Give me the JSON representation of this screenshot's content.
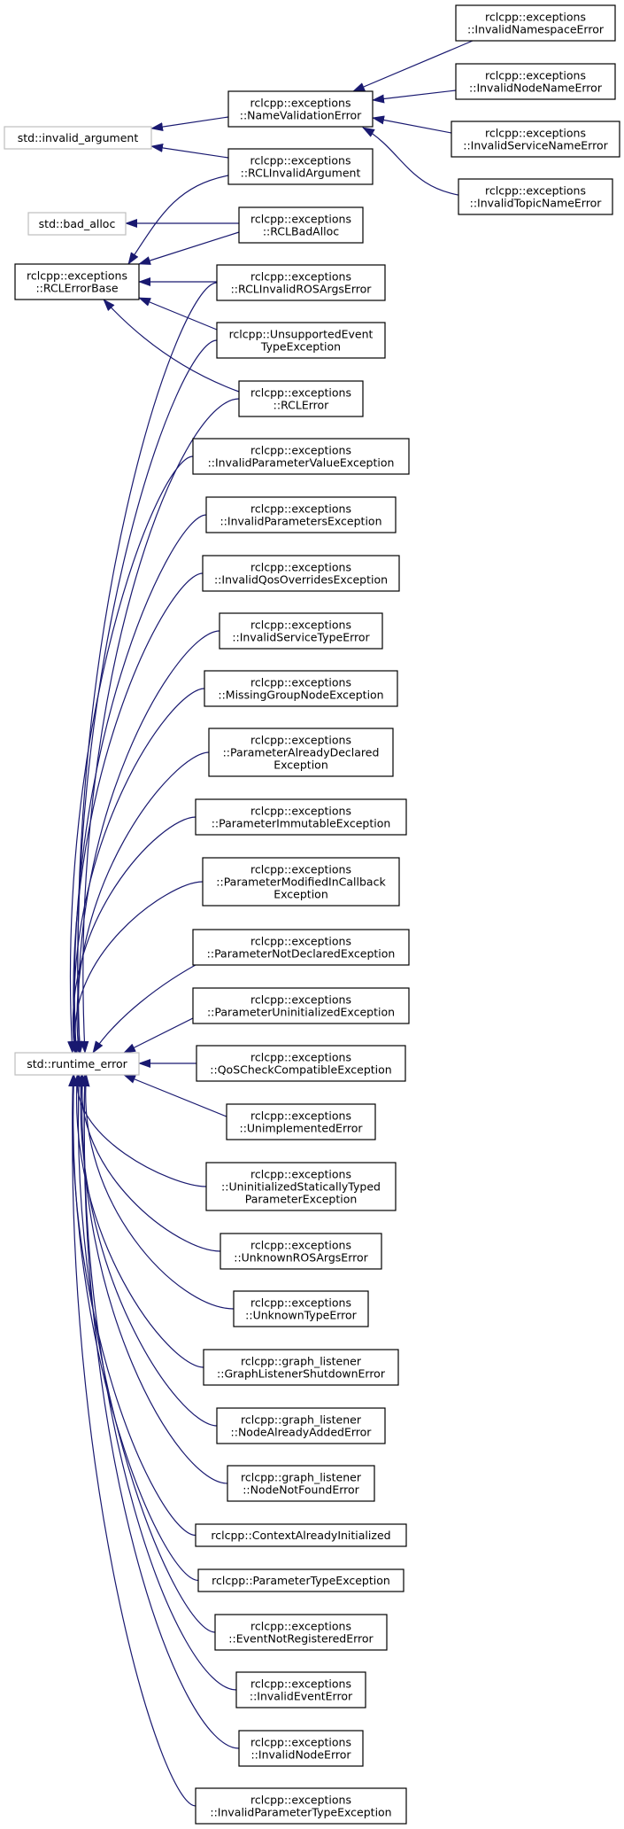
{
  "colors": {
    "edge": "#191970",
    "internal_border": "#000000",
    "external_border": "#bfbfbf",
    "background": "#ffffff"
  },
  "nodes": [
    {
      "id": "invalid_argument",
      "lines": [
        "std::invalid_argument"
      ],
      "external": true
    },
    {
      "id": "bad_alloc",
      "lines": [
        "std::bad_alloc"
      ],
      "external": true
    },
    {
      "id": "rcl_error_base",
      "lines": [
        "rclcpp::exceptions",
        "::RCLErrorBase"
      ],
      "external": false
    },
    {
      "id": "runtime_error",
      "lines": [
        "std::runtime_error"
      ],
      "external": true
    },
    {
      "id": "name_validation_error",
      "lines": [
        "rclcpp::exceptions",
        "::NameValidationError"
      ],
      "external": false
    },
    {
      "id": "invalid_namespace_error",
      "lines": [
        "rclcpp::exceptions",
        "::InvalidNamespaceError"
      ],
      "external": false
    },
    {
      "id": "invalid_node_name_error",
      "lines": [
        "rclcpp::exceptions",
        "::InvalidNodeNameError"
      ],
      "external": false
    },
    {
      "id": "invalid_service_name_error",
      "lines": [
        "rclcpp::exceptions",
        "::InvalidServiceNameError"
      ],
      "external": false
    },
    {
      "id": "invalid_topic_name_error",
      "lines": [
        "rclcpp::exceptions",
        "::InvalidTopicNameError"
      ],
      "external": false
    },
    {
      "id": "rcl_invalid_argument",
      "lines": [
        "rclcpp::exceptions",
        "::RCLInvalidArgument"
      ],
      "external": false
    },
    {
      "id": "rcl_bad_alloc",
      "lines": [
        "rclcpp::exceptions",
        "::RCLBadAlloc"
      ],
      "external": false
    },
    {
      "id": "rcl_invalid_ros_args_error",
      "lines": [
        "rclcpp::exceptions",
        "::RCLInvalidROSArgsError"
      ],
      "external": false
    },
    {
      "id": "unsupported_event_type_exception",
      "lines": [
        "rclcpp::UnsupportedEvent",
        "TypeException"
      ],
      "external": false
    },
    {
      "id": "rcl_error",
      "lines": [
        "rclcpp::exceptions",
        "::RCLError"
      ],
      "external": false
    },
    {
      "id": "invalid_parameter_value_exception",
      "lines": [
        "rclcpp::exceptions",
        "::InvalidParameterValueException"
      ],
      "external": false
    },
    {
      "id": "invalid_parameters_exception",
      "lines": [
        "rclcpp::exceptions",
        "::InvalidParametersException"
      ],
      "external": false
    },
    {
      "id": "invalid_qos_overrides_exception",
      "lines": [
        "rclcpp::exceptions",
        "::InvalidQosOverridesException"
      ],
      "external": false
    },
    {
      "id": "invalid_service_type_error",
      "lines": [
        "rclcpp::exceptions",
        "::InvalidServiceTypeError"
      ],
      "external": false
    },
    {
      "id": "missing_group_node_exception",
      "lines": [
        "rclcpp::exceptions",
        "::MissingGroupNodeException"
      ],
      "external": false
    },
    {
      "id": "parameter_already_declared_exception",
      "lines": [
        "rclcpp::exceptions",
        "::ParameterAlreadyDeclared",
        "Exception"
      ],
      "external": false
    },
    {
      "id": "parameter_immutable_exception",
      "lines": [
        "rclcpp::exceptions",
        "::ParameterImmutableException"
      ],
      "external": false
    },
    {
      "id": "parameter_modified_in_callback_exception",
      "lines": [
        "rclcpp::exceptions",
        "::ParameterModifiedInCallback",
        "Exception"
      ],
      "external": false
    },
    {
      "id": "parameter_not_declared_exception",
      "lines": [
        "rclcpp::exceptions",
        "::ParameterNotDeclaredException"
      ],
      "external": false
    },
    {
      "id": "parameter_uninitialized_exception",
      "lines": [
        "rclcpp::exceptions",
        "::ParameterUninitializedException"
      ],
      "external": false
    },
    {
      "id": "qos_check_compatible_exception",
      "lines": [
        "rclcpp::exceptions",
        "::QoSCheckCompatibleException"
      ],
      "external": false
    },
    {
      "id": "unimplemented_error",
      "lines": [
        "rclcpp::exceptions",
        "::UnimplementedError"
      ],
      "external": false
    },
    {
      "id": "uninitialized_statically_typed_parameter_exception",
      "lines": [
        "rclcpp::exceptions",
        "::UninitializedStaticallyTyped",
        "ParameterException"
      ],
      "external": false
    },
    {
      "id": "unknown_ros_args_error",
      "lines": [
        "rclcpp::exceptions",
        "::UnknownROSArgsError"
      ],
      "external": false
    },
    {
      "id": "unknown_type_error",
      "lines": [
        "rclcpp::exceptions",
        "::UnknownTypeError"
      ],
      "external": false
    },
    {
      "id": "graph_listener_shutdown_error",
      "lines": [
        "rclcpp::graph_listener",
        "::GraphListenerShutdownError"
      ],
      "external": false
    },
    {
      "id": "node_already_added_error",
      "lines": [
        "rclcpp::graph_listener",
        "::NodeAlreadyAddedError"
      ],
      "external": false
    },
    {
      "id": "node_not_found_error",
      "lines": [
        "rclcpp::graph_listener",
        "::NodeNotFoundError"
      ],
      "external": false
    },
    {
      "id": "context_already_initialized",
      "lines": [
        "rclcpp::ContextAlreadyInitialized"
      ],
      "external": false
    },
    {
      "id": "parameter_type_exception",
      "lines": [
        "rclcpp::ParameterTypeException"
      ],
      "external": false
    },
    {
      "id": "event_not_registered_error",
      "lines": [
        "rclcpp::exceptions",
        "::EventNotRegisteredError"
      ],
      "external": false
    },
    {
      "id": "invalid_event_error",
      "lines": [
        "rclcpp::exceptions",
        "::InvalidEventError"
      ],
      "external": false
    },
    {
      "id": "invalid_node_error",
      "lines": [
        "rclcpp::exceptions",
        "::InvalidNodeError"
      ],
      "external": false
    },
    {
      "id": "invalid_parameter_type_exception",
      "lines": [
        "rclcpp::exceptions",
        "::InvalidParameterTypeException"
      ],
      "external": false
    }
  ],
  "edges": [
    {
      "from": "name_validation_error",
      "to": "invalid_argument"
    },
    {
      "from": "rcl_invalid_argument",
      "to": "invalid_argument"
    },
    {
      "from": "invalid_namespace_error",
      "to": "name_validation_error"
    },
    {
      "from": "invalid_node_name_error",
      "to": "name_validation_error"
    },
    {
      "from": "invalid_service_name_error",
      "to": "name_validation_error"
    },
    {
      "from": "invalid_topic_name_error",
      "to": "name_validation_error"
    },
    {
      "from": "rcl_bad_alloc",
      "to": "bad_alloc"
    },
    {
      "from": "rcl_invalid_argument",
      "to": "rcl_error_base"
    },
    {
      "from": "rcl_bad_alloc",
      "to": "rcl_error_base"
    },
    {
      "from": "rcl_invalid_ros_args_error",
      "to": "rcl_error_base"
    },
    {
      "from": "unsupported_event_type_exception",
      "to": "rcl_error_base"
    },
    {
      "from": "rcl_error",
      "to": "rcl_error_base"
    },
    {
      "from": "rcl_invalid_ros_args_error",
      "to": "runtime_error"
    },
    {
      "from": "unsupported_event_type_exception",
      "to": "runtime_error"
    },
    {
      "from": "rcl_error",
      "to": "runtime_error"
    },
    {
      "from": "invalid_parameter_value_exception",
      "to": "runtime_error"
    },
    {
      "from": "invalid_parameters_exception",
      "to": "runtime_error"
    },
    {
      "from": "invalid_qos_overrides_exception",
      "to": "runtime_error"
    },
    {
      "from": "invalid_service_type_error",
      "to": "runtime_error"
    },
    {
      "from": "missing_group_node_exception",
      "to": "runtime_error"
    },
    {
      "from": "parameter_already_declared_exception",
      "to": "runtime_error"
    },
    {
      "from": "parameter_immutable_exception",
      "to": "runtime_error"
    },
    {
      "from": "parameter_modified_in_callback_exception",
      "to": "runtime_error"
    },
    {
      "from": "parameter_not_declared_exception",
      "to": "runtime_error"
    },
    {
      "from": "parameter_uninitialized_exception",
      "to": "runtime_error"
    },
    {
      "from": "qos_check_compatible_exception",
      "to": "runtime_error"
    },
    {
      "from": "unimplemented_error",
      "to": "runtime_error"
    },
    {
      "from": "uninitialized_statically_typed_parameter_exception",
      "to": "runtime_error"
    },
    {
      "from": "unknown_ros_args_error",
      "to": "runtime_error"
    },
    {
      "from": "unknown_type_error",
      "to": "runtime_error"
    },
    {
      "from": "graph_listener_shutdown_error",
      "to": "runtime_error"
    },
    {
      "from": "node_already_added_error",
      "to": "runtime_error"
    },
    {
      "from": "node_not_found_error",
      "to": "runtime_error"
    },
    {
      "from": "context_already_initialized",
      "to": "runtime_error"
    },
    {
      "from": "parameter_type_exception",
      "to": "runtime_error"
    },
    {
      "from": "event_not_registered_error",
      "to": "runtime_error"
    },
    {
      "from": "invalid_event_error",
      "to": "runtime_error"
    },
    {
      "from": "invalid_node_error",
      "to": "runtime_error"
    },
    {
      "from": "invalid_parameter_type_exception",
      "to": "runtime_error"
    }
  ]
}
